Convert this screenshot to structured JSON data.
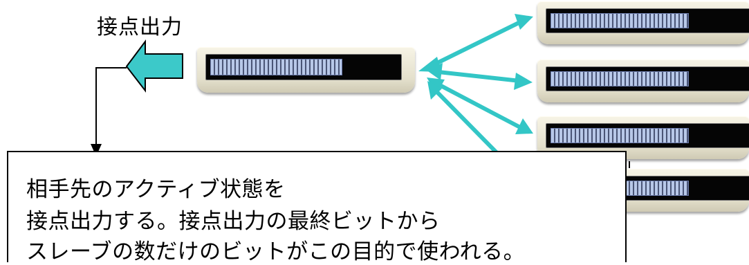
{
  "contact_output_label": "接点出力",
  "message": {
    "line1": "相手先のアクティブ状態を",
    "line2": "接点出力する。接点出力の最終ビットから",
    "line3": "スレーブの数だけのビットがこの目的で使われる。"
  },
  "colors": {
    "arrow_fill": "#3cc9c9",
    "arrow_outline": "#000000"
  },
  "icons": {
    "output_arrow": "left-arrow-icon",
    "link_arrows": "double-headed-arrow-icon"
  }
}
